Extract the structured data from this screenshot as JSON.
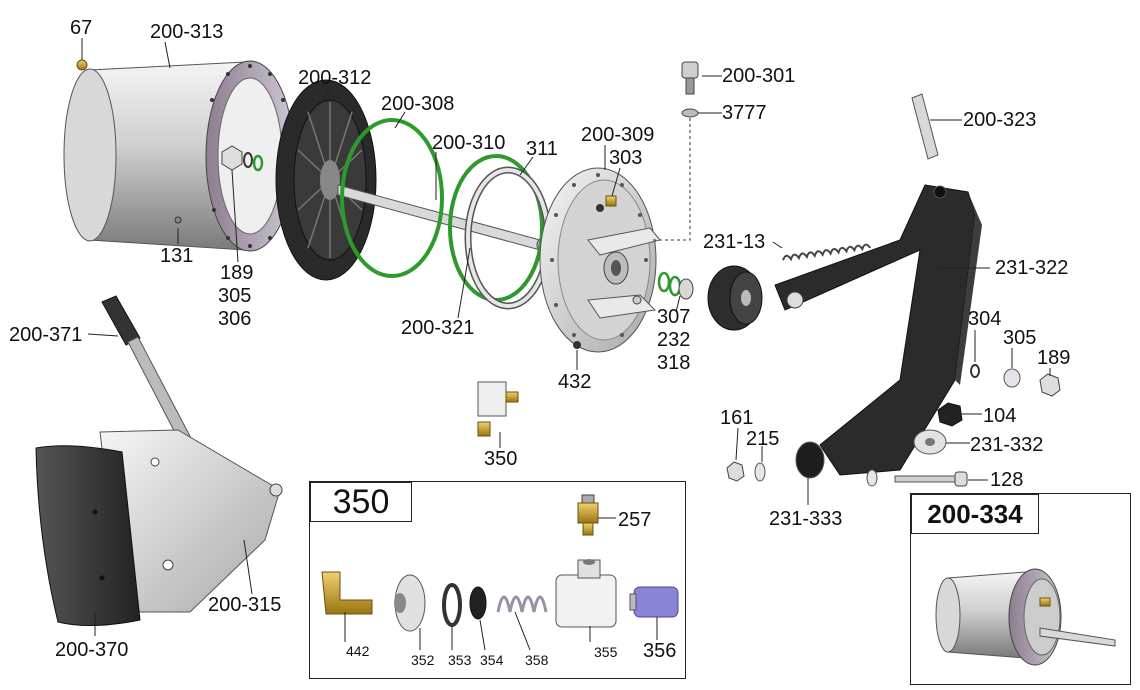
{
  "labels": {
    "p67": "67",
    "p200_313": "200-313",
    "p200_312": "200-312",
    "p200_308": "200-308",
    "p200_310": "200-310",
    "p311": "311",
    "p200_309": "200-309",
    "p303": "303",
    "p200_301": "200-301",
    "p3777": "3777",
    "p200_323": "200-323",
    "p231_13": "231-13",
    "p231_322": "231-322",
    "p131": "131",
    "p189a": "189",
    "p305a": "305",
    "p306": "306",
    "p200_321": "200-321",
    "p307": "307",
    "p232": "232",
    "p318": "318",
    "p432": "432",
    "p304": "304",
    "p305b": "305",
    "p189b": "189",
    "p104": "104",
    "p161": "161",
    "p215": "215",
    "p231_332": "231-332",
    "p128": "128",
    "p231_333": "231-333",
    "p200_371": "200-371",
    "p350": "350",
    "p200_315": "200-315",
    "p200_370": "200-370",
    "p257": "257",
    "p442": "442",
    "p352": "352",
    "p353": "353",
    "p354": "354",
    "p358": "358",
    "p355": "355",
    "p356": "356"
  },
  "boxes": {
    "kit_350_title": "350",
    "kit_200_334_title": "200-334"
  },
  "colors": {
    "metal_light": "#e6e6e6",
    "metal_mid": "#b8b8b8",
    "metal_dark": "#6e6e6e",
    "rubber": "#222222",
    "oring_green": "#2e9a2e",
    "brass": "#c9a02a",
    "purple": "#8a84d6"
  }
}
